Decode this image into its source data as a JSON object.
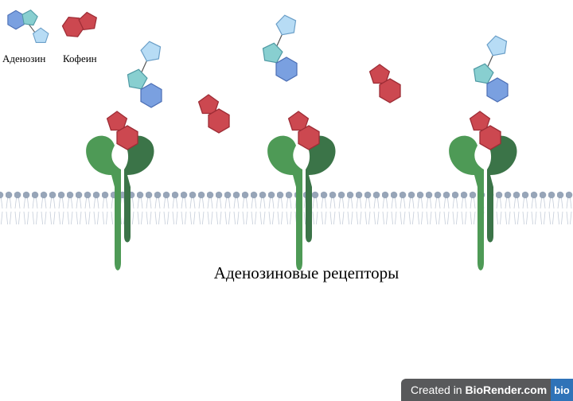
{
  "legend": {
    "adenosine_label": "Аденозин",
    "caffeine_label": "Кофеин"
  },
  "caption": "Аденозиновые рецепторы",
  "badge": {
    "prefix": "Created in ",
    "brand": "BioRender.com",
    "logo": "bio"
  },
  "colors": {
    "adenosine_hexagon": "#7aa0e0",
    "adenosine_pentagon_mid": "#88cfd0",
    "adenosine_pentagon_tip": "#b7dcf5",
    "caffeine": "#cc4850",
    "receptor_light": "#4e9a56",
    "receptor_dark": "#3b7448",
    "membrane_head": "#97a5b8"
  },
  "icons": [
    "adenosine-molecule-icon",
    "caffeine-molecule-icon",
    "receptor-icon",
    "membrane-icon"
  ]
}
